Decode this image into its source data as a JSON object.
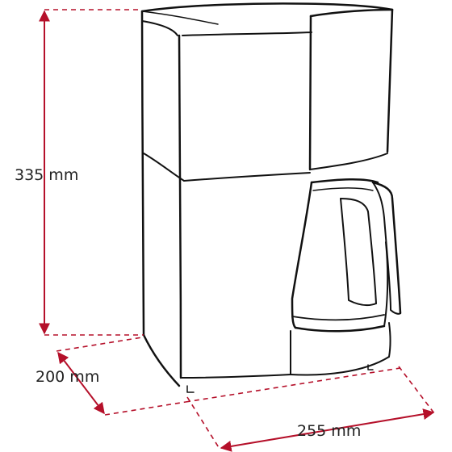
{
  "dimensions": {
    "height": "335 mm",
    "depth": "200 mm",
    "width": "255 mm"
  },
  "colors": {
    "dimension_line": "#b5102a",
    "outline": "#111111",
    "text": "#222222"
  }
}
